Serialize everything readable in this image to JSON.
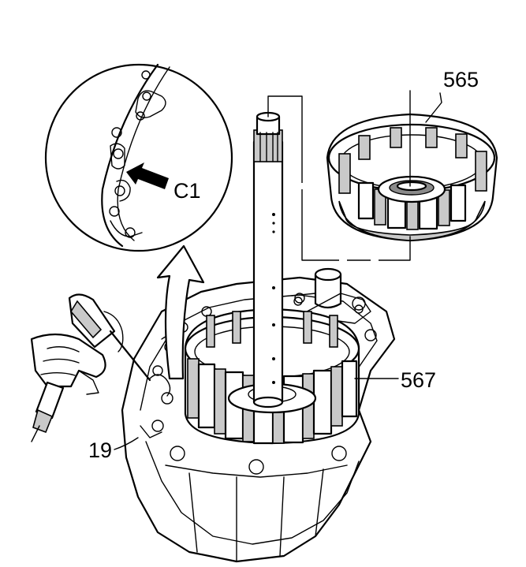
{
  "callouts": {
    "c1": "C1",
    "part_565": "565",
    "part_567": "567",
    "part_19": "19"
  },
  "colors": {
    "line": "#000000",
    "shade": "#c9c9c9",
    "dark": "#8a8a8a",
    "background": "#ffffff"
  }
}
